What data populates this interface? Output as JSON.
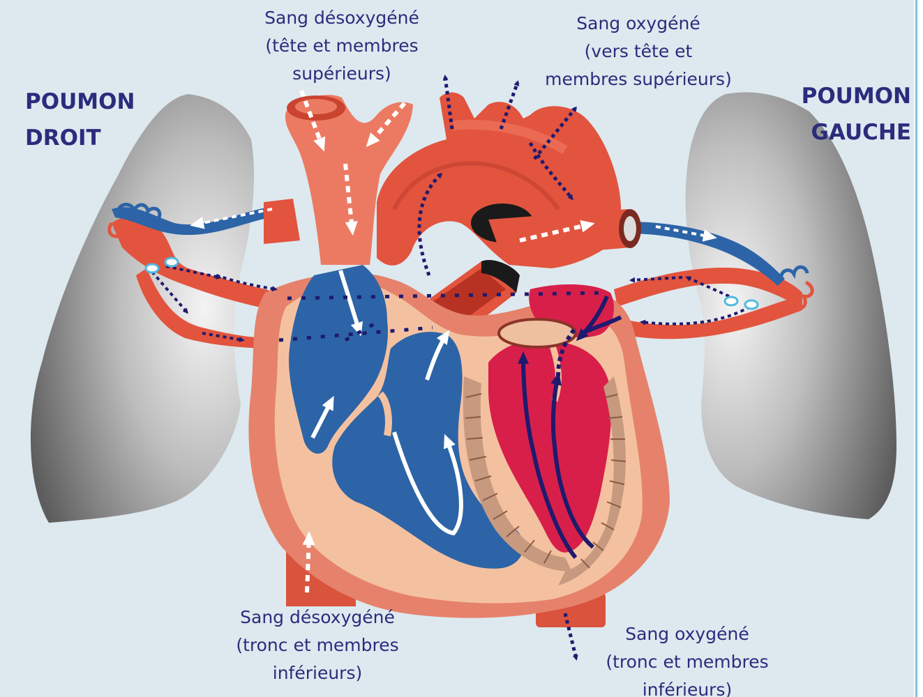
{
  "labels": {
    "right_lung": "POUMON\nDROIT",
    "left_lung": "POUMON\nGAUCHE",
    "deoxy_top": "Sang désoxygéné\n(tête et membres\nsupérieurs)",
    "oxy_top": "Sang oxygéné\n(vers tête et\nmembres supérieurs)",
    "deoxy_bottom": "Sang désoxygéné\n(tronc et membres\ninférieurs)",
    "oxy_bottom": "Sang oxygéné\n(tronc et membres\ninférieurs)"
  },
  "colors": {
    "background": "#dde9ef",
    "vessel_red": "#e2543e",
    "vessel_light": "#ec7a63",
    "deoxygenated_blue": "#2c64a7",
    "oxygenated_red": "#d81f4a",
    "heart_wall": "#e6826b",
    "heart_inner": "#f4c1a0",
    "muscle": "#c79a80",
    "arrow_dark": "#1f1a6e",
    "arrow_light": "#ffffff",
    "label_text": "#2b2c7c"
  }
}
